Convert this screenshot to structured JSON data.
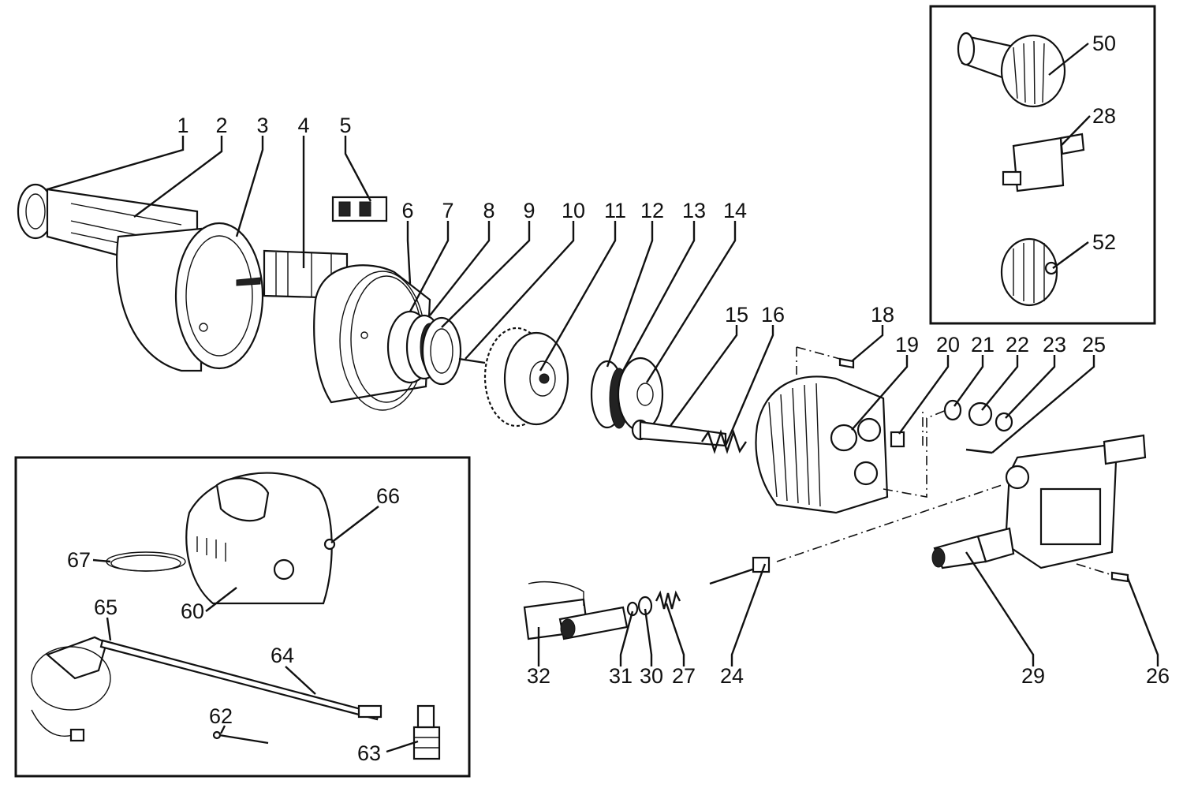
{
  "labels": [
    "1",
    "2",
    "3",
    "4",
    "5",
    "6",
    "7",
    "8",
    "9",
    "10",
    "11",
    "12",
    "13",
    "14",
    "15",
    "16",
    "18",
    "19",
    "20",
    "21",
    "22",
    "23",
    "25",
    "24",
    "26",
    "27",
    "29",
    "30",
    "31",
    "32",
    "50",
    "28",
    "52",
    "60",
    "62",
    "63",
    "64",
    "65",
    "66",
    "67"
  ]
}
